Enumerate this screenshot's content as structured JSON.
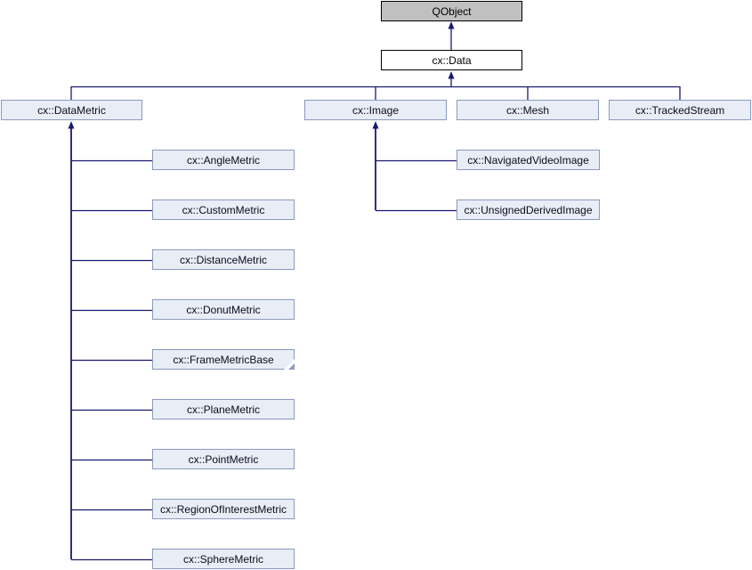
{
  "diagram_type": "class-inheritance-graph",
  "colors": {
    "edge": "#191970",
    "link_node_fill": "#e9edf6",
    "link_node_border": "#8a99bd",
    "root_node_fill": "#c0c0c0",
    "root_node_border": "#000000",
    "plain_node_fill": "#ffffff",
    "text": "#000000",
    "background": "#ffffff"
  },
  "nodes": [
    {
      "label": "QObject",
      "style": "root"
    },
    {
      "label": "cx::Data",
      "style": "plain"
    },
    {
      "label": "cx::DataMetric",
      "style": "link"
    },
    {
      "label": "cx::Image",
      "style": "link"
    },
    {
      "label": "cx::Mesh",
      "style": "link"
    },
    {
      "label": "cx::TrackedStream",
      "style": "link"
    },
    {
      "label": "cx::AngleMetric",
      "style": "link"
    },
    {
      "label": "cx::CustomMetric",
      "style": "link"
    },
    {
      "label": "cx::DistanceMetric",
      "style": "link"
    },
    {
      "label": "cx::DonutMetric",
      "style": "link"
    },
    {
      "label": "cx::FrameMetricBase",
      "style": "link",
      "truncated": true
    },
    {
      "label": "cx::PlaneMetric",
      "style": "link"
    },
    {
      "label": "cx::PointMetric",
      "style": "link"
    },
    {
      "label": "cx::RegionOfInterestMetric",
      "style": "link"
    },
    {
      "label": "cx::SphereMetric",
      "style": "link"
    },
    {
      "label": "cx::NavigatedVideoImage",
      "style": "link"
    },
    {
      "label": "cx::UnsignedDerivedImage",
      "style": "link"
    }
  ],
  "edges": [
    {
      "from": "cx::Data",
      "to": "QObject"
    },
    {
      "from": "cx::DataMetric",
      "to": "cx::Data"
    },
    {
      "from": "cx::Image",
      "to": "cx::Data"
    },
    {
      "from": "cx::Mesh",
      "to": "cx::Data"
    },
    {
      "from": "cx::TrackedStream",
      "to": "cx::Data"
    },
    {
      "from": "cx::AngleMetric",
      "to": "cx::DataMetric"
    },
    {
      "from": "cx::CustomMetric",
      "to": "cx::DataMetric"
    },
    {
      "from": "cx::DistanceMetric",
      "to": "cx::DataMetric"
    },
    {
      "from": "cx::DonutMetric",
      "to": "cx::DataMetric"
    },
    {
      "from": "cx::FrameMetricBase",
      "to": "cx::DataMetric"
    },
    {
      "from": "cx::PlaneMetric",
      "to": "cx::DataMetric"
    },
    {
      "from": "cx::PointMetric",
      "to": "cx::DataMetric"
    },
    {
      "from": "cx::RegionOfInterestMetric",
      "to": "cx::DataMetric"
    },
    {
      "from": "cx::SphereMetric",
      "to": "cx::DataMetric"
    },
    {
      "from": "cx::NavigatedVideoImage",
      "to": "cx::Image"
    },
    {
      "from": "cx::UnsignedDerivedImage",
      "to": "cx::Image"
    }
  ]
}
